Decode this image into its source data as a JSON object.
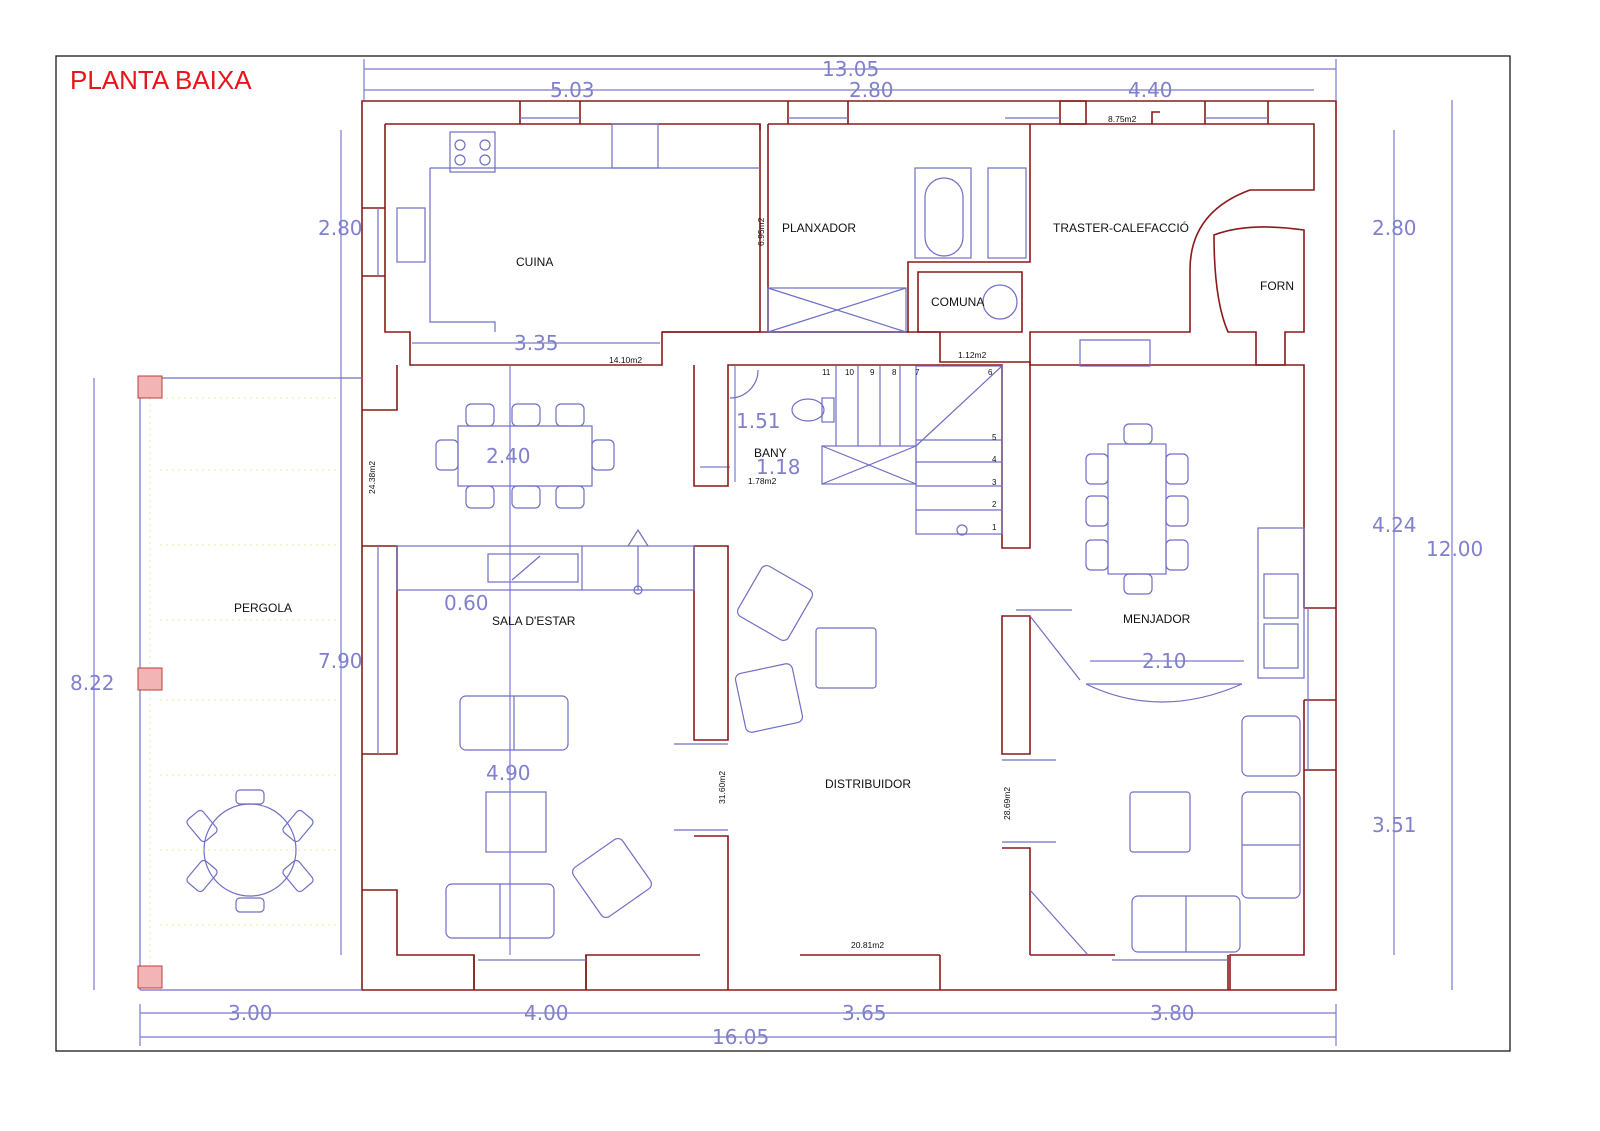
{
  "title": "PLANTA BAIXA",
  "rooms": {
    "cuina": "CUINA",
    "planxador": "PLANXADOR",
    "traster": "TRASTER-CALEFACCIÓ",
    "forn": "FORN",
    "comuna": "COMUNA",
    "bany": "BANY",
    "sala": "SALA D'ESTAR",
    "pergola": "PERGOLA",
    "menjador": "MENJADOR",
    "distribuidor": "DISTRIBUIDOR"
  },
  "areas": {
    "traster": "8.75m2",
    "planxador": "6.95m2",
    "cuina": "14.10m2",
    "comuna": "1.12m2",
    "bany": "1.78m2",
    "sala": "24.38m2",
    "distribuidor": "31.60m2",
    "menjador": "28.69m2",
    "porxo": "20.81m2"
  },
  "dimensions": {
    "top_total": "13.05",
    "top_1": "5.03",
    "top_2": "2.80",
    "top_3": "4.40",
    "bottom_total": "16.05",
    "bottom_1": "3.00",
    "bottom_2": "4.00",
    "bottom_3": "3.65",
    "bottom_4": "3.80",
    "right_total": "12.00",
    "right_1": "2.80",
    "right_2": "4.24",
    "right_3": "3.51",
    "left_top": "2.80",
    "left_mid": "7.90",
    "left_pergola": "8.22",
    "kitchen_w": "3.35",
    "dining_w": "2.40",
    "bath_w": "1.51",
    "bath_d": "1.18",
    "living_d": "0.60",
    "living_h": "4.90",
    "menjador_w": "2.10"
  },
  "stair_steps": [
    "11",
    "10",
    "9",
    "8",
    "7",
    "6",
    "5",
    "4",
    "3",
    "2",
    "1"
  ],
  "colors": {
    "walls": "#8b1a1a",
    "furniture": "#6f6fc4",
    "dimensions": "#8080cc",
    "title": "#e8141b",
    "pillars": "#f2b4b4"
  }
}
